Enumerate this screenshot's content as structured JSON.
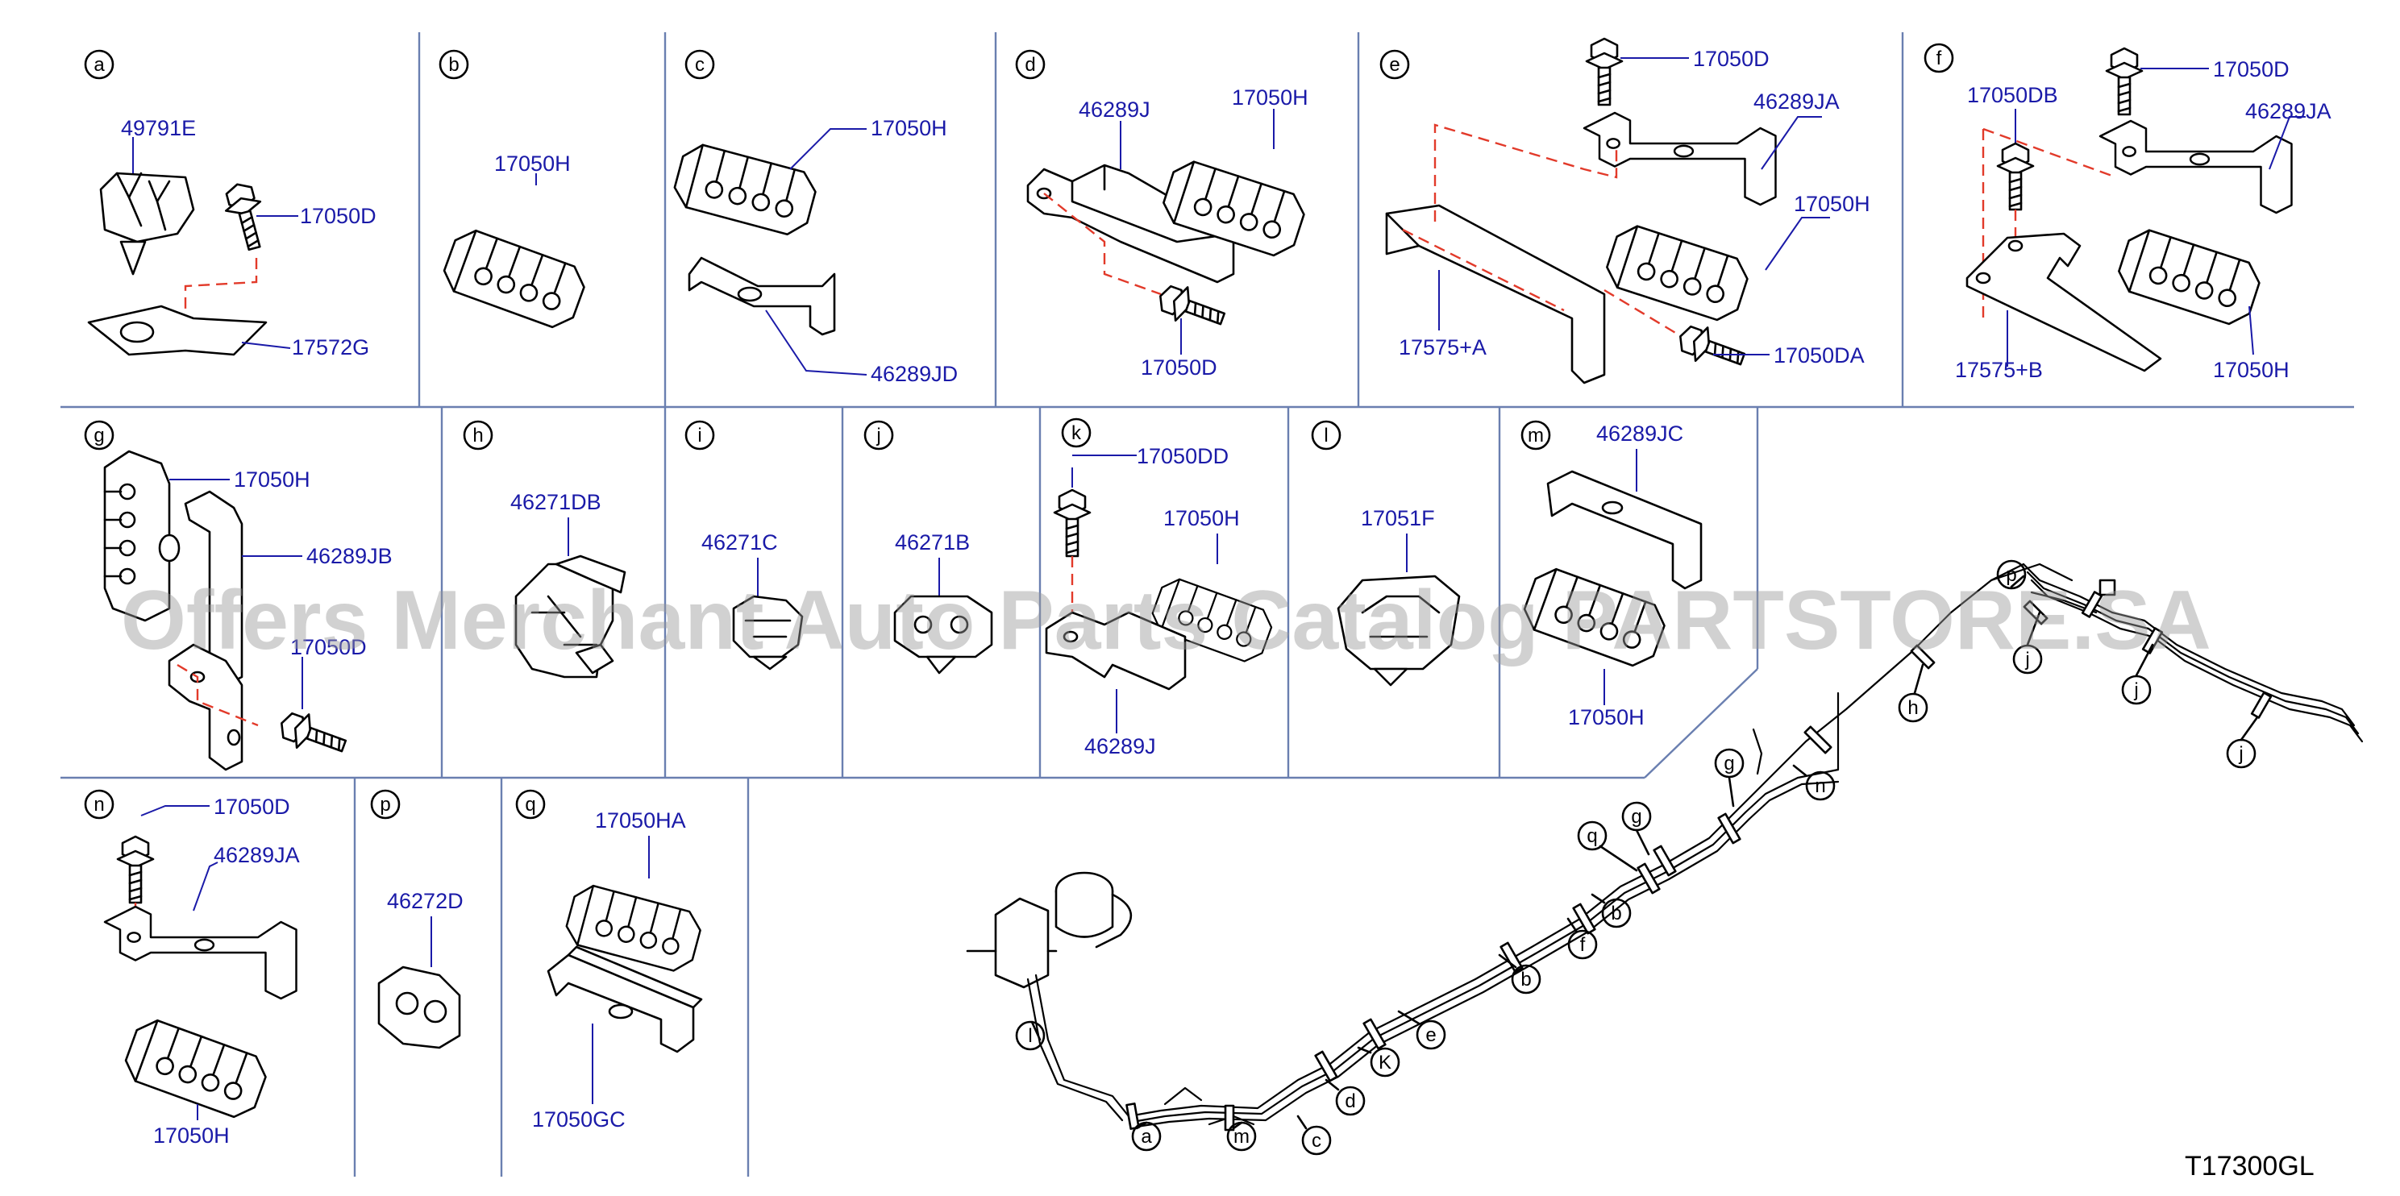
{
  "diagram_code": "T17300GL",
  "watermark": "Offers Merchant Auto Parts Catalog PARTSTORE.SA",
  "panels": [
    {
      "letter": "a",
      "parts": [
        "49791E",
        "17050D",
        "17572G"
      ]
    },
    {
      "letter": "b",
      "parts": [
        "17050H"
      ]
    },
    {
      "letter": "c",
      "parts": [
        "17050H",
        "46289JD"
      ]
    },
    {
      "letter": "d",
      "parts": [
        "46289J",
        "17050H",
        "17050D"
      ]
    },
    {
      "letter": "e",
      "parts": [
        "17050D",
        "46289JA",
        "17050H",
        "17575+A",
        "17050DA"
      ]
    },
    {
      "letter": "f",
      "parts": [
        "17050D",
        "17050DB",
        "46289JA",
        "17050H",
        "17575+B"
      ]
    },
    {
      "letter": "g",
      "parts": [
        "17050H",
        "46289JB",
        "17050D"
      ]
    },
    {
      "letter": "h",
      "parts": [
        "46271DB"
      ]
    },
    {
      "letter": "i",
      "parts": [
        "46271C"
      ]
    },
    {
      "letter": "j",
      "parts": [
        "46271B"
      ]
    },
    {
      "letter": "k",
      "parts": [
        "17050DD",
        "17050H",
        "46289J"
      ]
    },
    {
      "letter": "l",
      "parts": [
        "17051F"
      ]
    },
    {
      "letter": "m",
      "parts": [
        "46289JC",
        "17050H"
      ]
    },
    {
      "letter": "n",
      "parts": [
        "17050D",
        "46289JA",
        "17050H"
      ]
    },
    {
      "letter": "p",
      "parts": [
        "46272D"
      ]
    },
    {
      "letter": "q",
      "parts": [
        "17050HA",
        "17050GC"
      ]
    }
  ],
  "overview_callouts": [
    "p",
    "j",
    "j",
    "j",
    "h",
    "n",
    "g",
    "g",
    "q",
    "b",
    "f",
    "b",
    "e",
    "K",
    "d",
    "c",
    "m",
    "a",
    "l"
  ]
}
